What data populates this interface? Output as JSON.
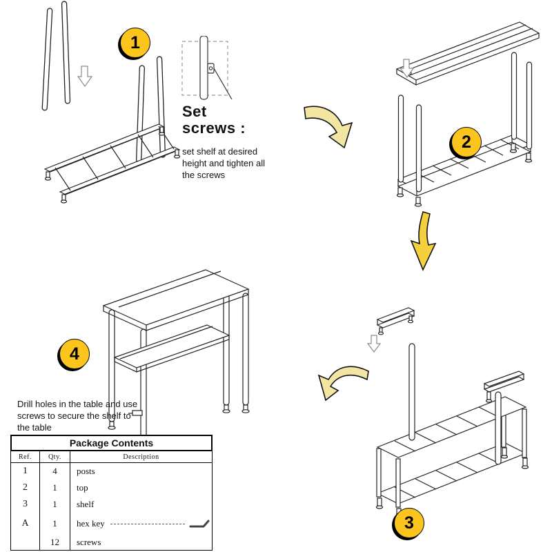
{
  "badges": {
    "step1": "1",
    "step2": "2",
    "step3": "3",
    "step4": "4"
  },
  "set_screws": {
    "title": "Set screws :",
    "description": "set shelf at desired height and tighten all the screws"
  },
  "step4": {
    "note": "Drill holes in the table and use screws to secure the shelf to the table"
  },
  "package_contents": {
    "title": "Package Contents",
    "columns": {
      "ref": "Ref.",
      "qty": "Qty.",
      "description": "Description"
    },
    "rows": [
      {
        "ref": "1",
        "qty": "4",
        "description": "posts"
      },
      {
        "ref": "2",
        "qty": "1",
        "description": "top"
      },
      {
        "ref": "3",
        "qty": "1",
        "description": "shelf"
      },
      {
        "ref": "A",
        "qty": "1",
        "description": "hex key"
      },
      {
        "ref": "",
        "qty": "12",
        "description": "screws"
      }
    ]
  },
  "colors": {
    "badge_yellow": "#FCC51E",
    "arrow_pale_yellow": "#F3E6A2",
    "arrow_yellow": "#F4D03F",
    "line_black": "#1a1a1a"
  }
}
